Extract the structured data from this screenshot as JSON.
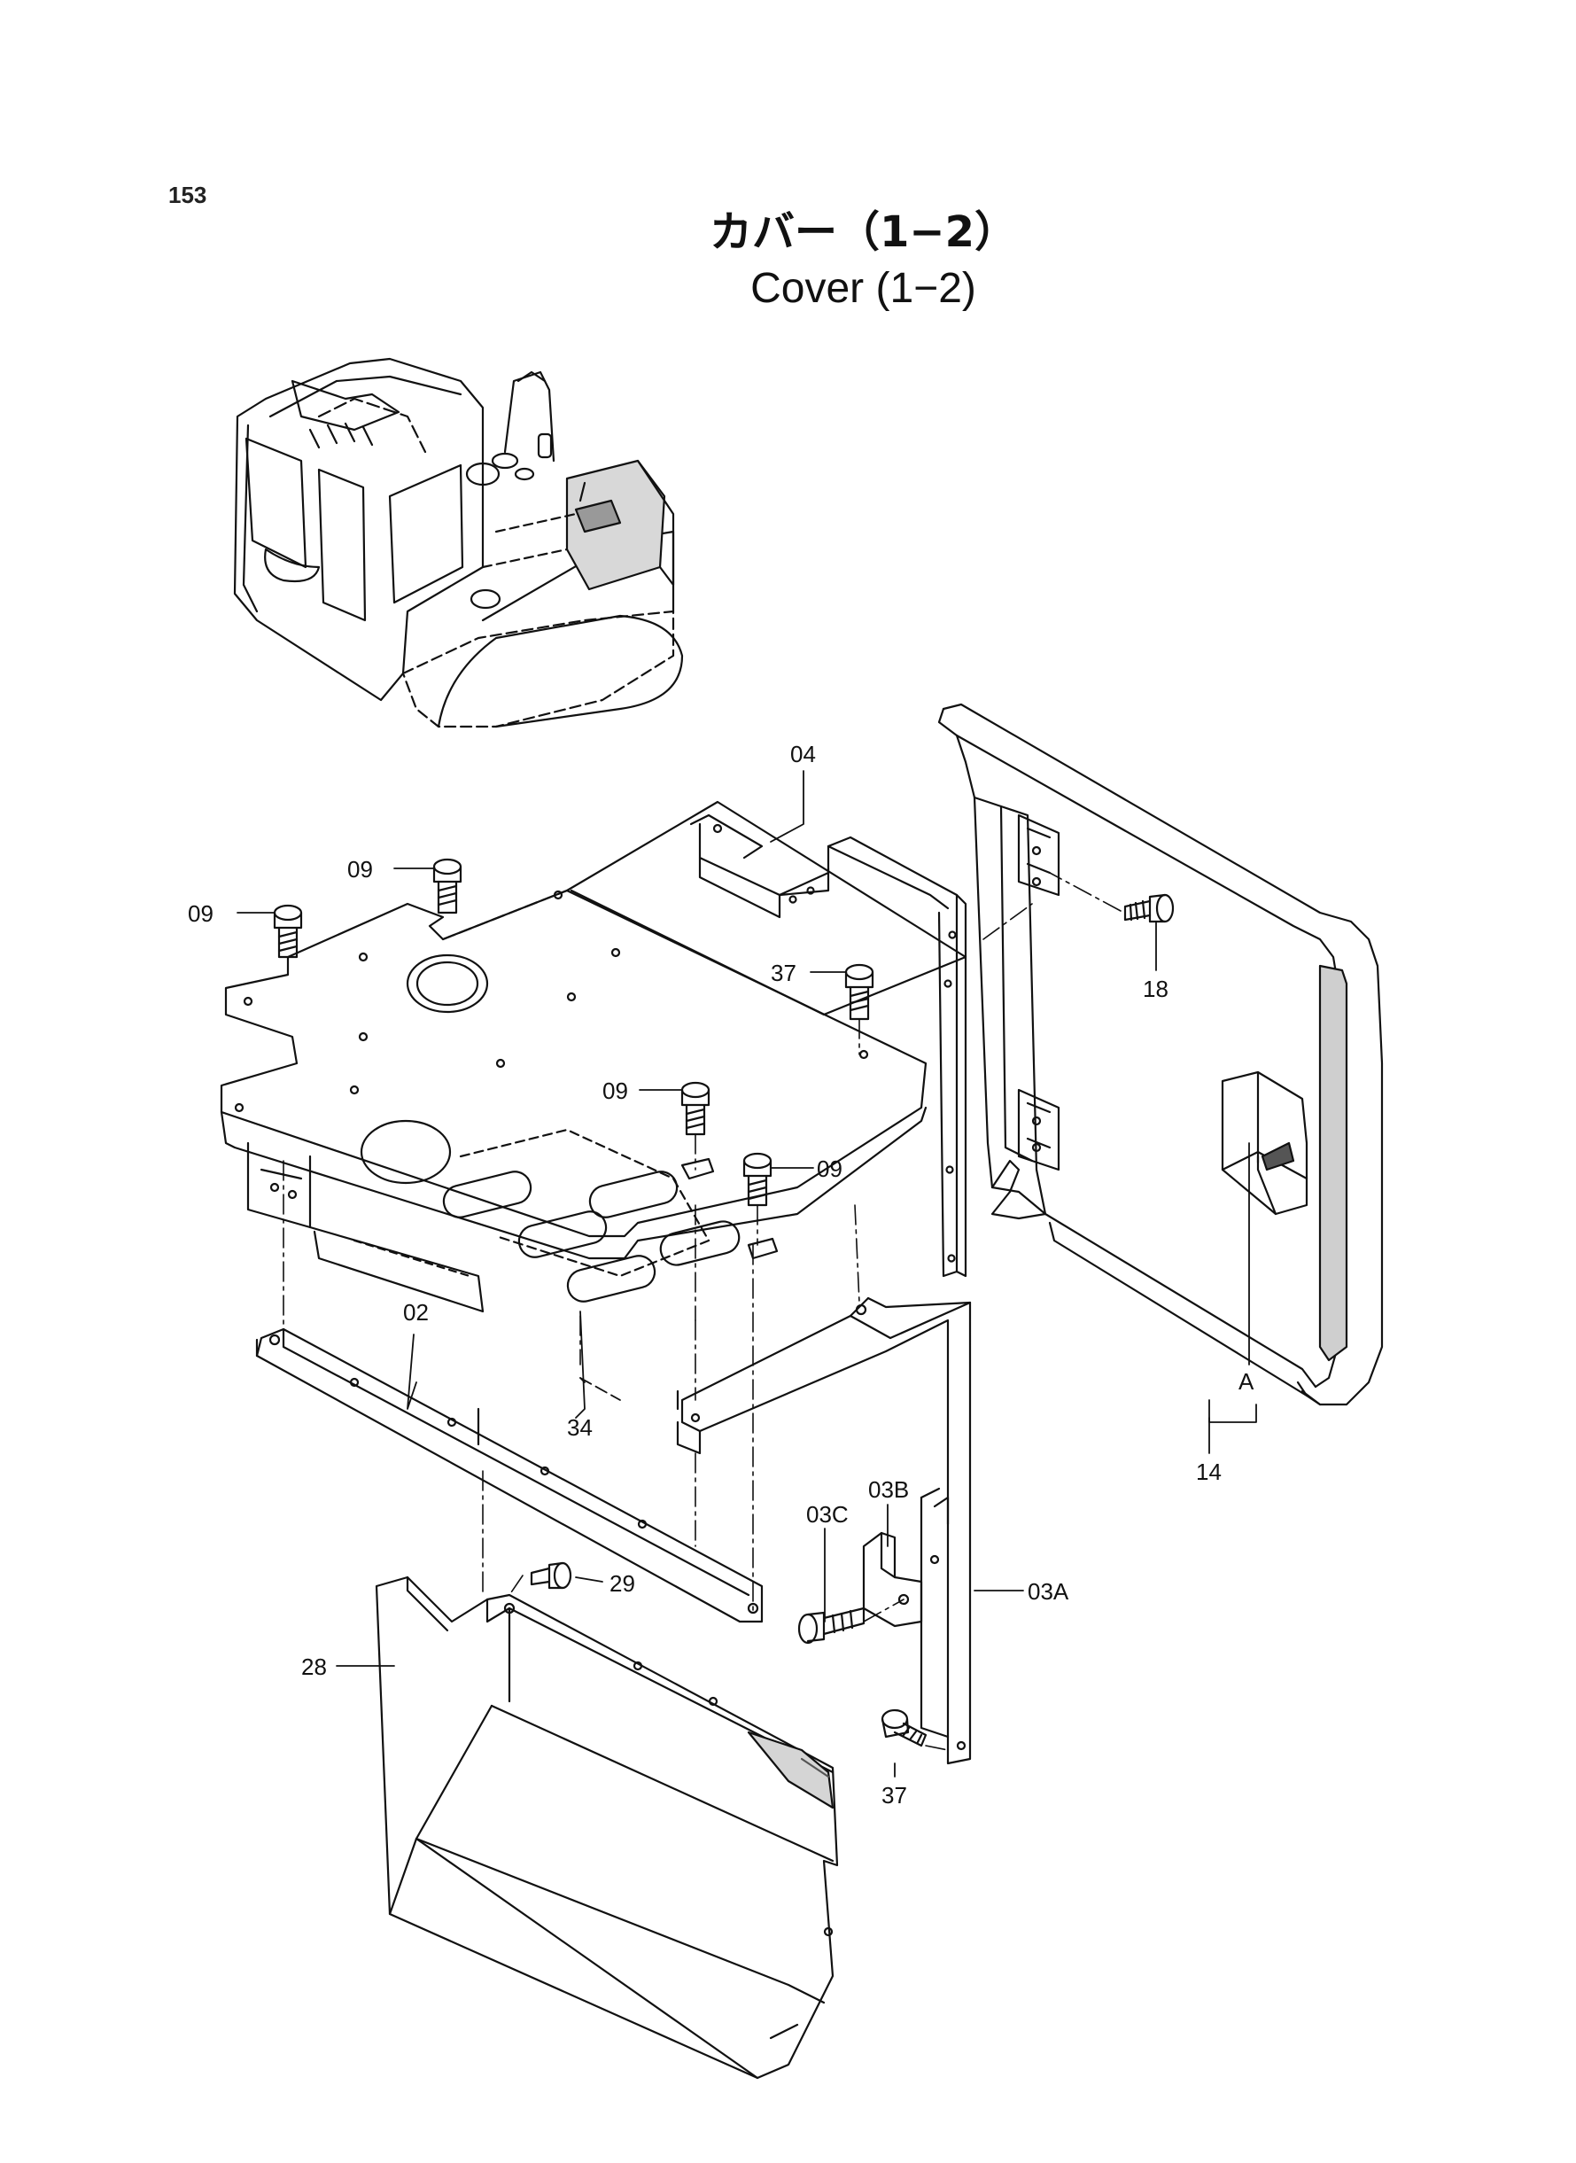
{
  "page": {
    "number": "153",
    "title_jp": "カバー（1−2）",
    "title_en": "Cover (1−2)"
  },
  "callouts": {
    "c02": "02",
    "c03a": "03A",
    "c03b": "03B",
    "c03c": "03C",
    "c04": "04",
    "c09a": "09",
    "c09b": "09",
    "c09c": "09",
    "c09d": "09",
    "c14": "14",
    "c18": "18",
    "c28": "28",
    "c29": "29",
    "c34": "34",
    "c37a": "37",
    "c37b": "37",
    "cA": "A"
  }
}
